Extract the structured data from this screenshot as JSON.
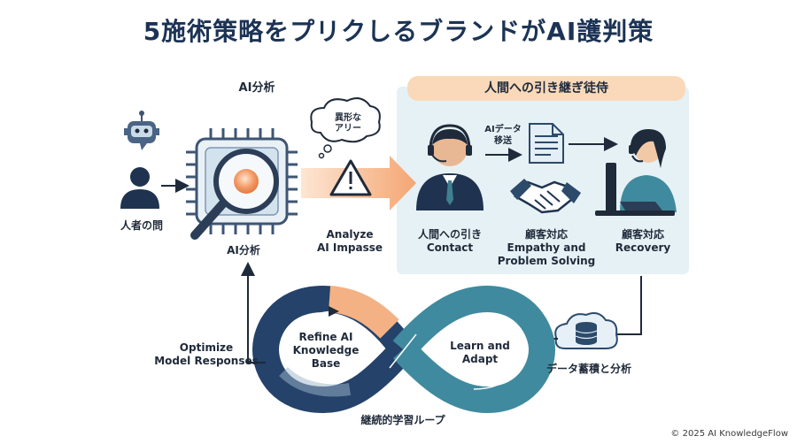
{
  "title": "5施術策略をプリクしるブランドがAI護判策",
  "ai_analysis_heading": "AI分析",
  "panel_heading": "人間への引き継ぎ徒侍",
  "cloud_text": [
    "異形な",
    "アリー"
  ],
  "ai_data_label": [
    "AIデータ",
    "移送"
  ],
  "nodes": {
    "user_question": "人者の問",
    "ai_analysis": "AI分析",
    "analyze": [
      "Analyze",
      "AI Impasse"
    ],
    "human_contact": [
      "人間への引き",
      "Contact"
    ],
    "empathy": [
      "顧客対応",
      "Empathy and",
      "Problem Solving"
    ],
    "recovery": [
      "顧客対応",
      "Recovery"
    ],
    "optimize": [
      "Optimize",
      "Model Responses"
    ],
    "refine": [
      "Refine AI",
      "Knowledge",
      "Base"
    ],
    "learn": [
      "Learn and",
      "Adapt"
    ],
    "data_store": "データ蓄積と分析",
    "loop_caption": "継続的学習ループ"
  },
  "copyright": "© 2025 AI KnowledgeFlow",
  "colors": {
    "navy": "#1c3355",
    "teal": "#3f8a9e",
    "peach": "#f4b183",
    "panel": "#e6f1f5"
  }
}
